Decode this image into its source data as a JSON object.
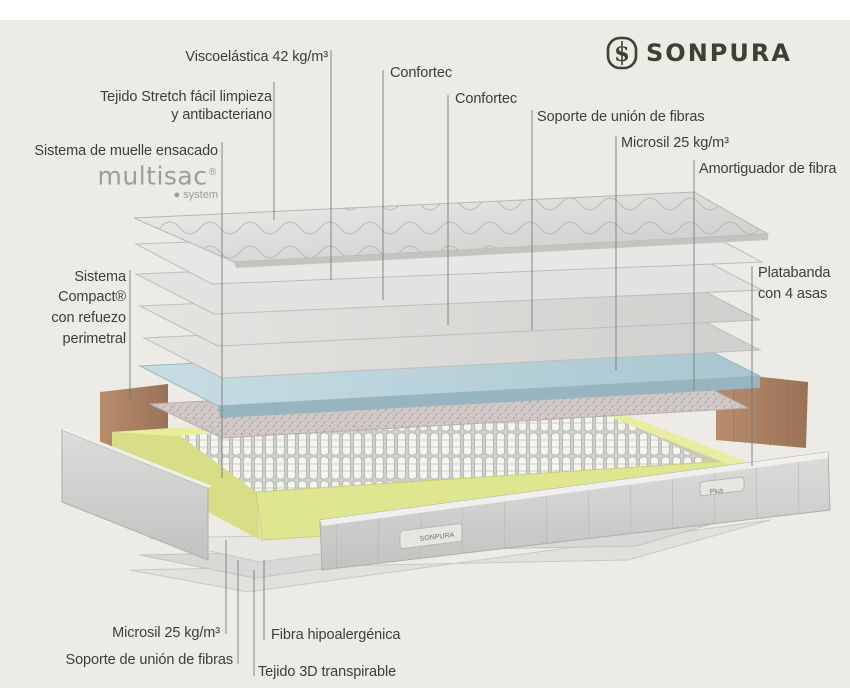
{
  "brand": {
    "name": "SONPURA",
    "icon": "sonpura-s-logo-icon",
    "color": "#3a4230"
  },
  "multisac": {
    "name": "multisac",
    "mark": "®",
    "sub": "system"
  },
  "colors": {
    "background": "#ecebe6",
    "foam_yellow": "#dfe690",
    "blue_layer": "#b8d2da",
    "leader": "#7a7a78"
  },
  "labels": {
    "visco": "Viscoelástica 42 kg/m³",
    "confortec_1": "Confortec",
    "confortec_2": "Confortec",
    "tejido_1": "Tejido Stretch fácil limpieza",
    "tejido_2": "y antibacteriano",
    "soporte_top": "Soporte de unión de fibras",
    "microsil_top": "Microsil 25 kg/m³",
    "amortiguador": "Amortiguador de fibra",
    "sistema_muelle": "Sistema de muelle ensacado",
    "compact_1": "Sistema",
    "compact_2": "Compact®",
    "compact_3": "con refuezo",
    "compact_4": "perimetral",
    "platabanda_1": "Platabanda",
    "platabanda_2": "con 4 asas",
    "microsil_bottom": "Microsil 25 kg/m³",
    "fibra": "Fibra hipoalergénica",
    "soporte_bottom": "Soporte de unión de fibras",
    "tejido_3d": "Tejido 3D transpirable"
  },
  "tags": {
    "front_tag": "SONPURA",
    "side_tag": "Plus"
  }
}
